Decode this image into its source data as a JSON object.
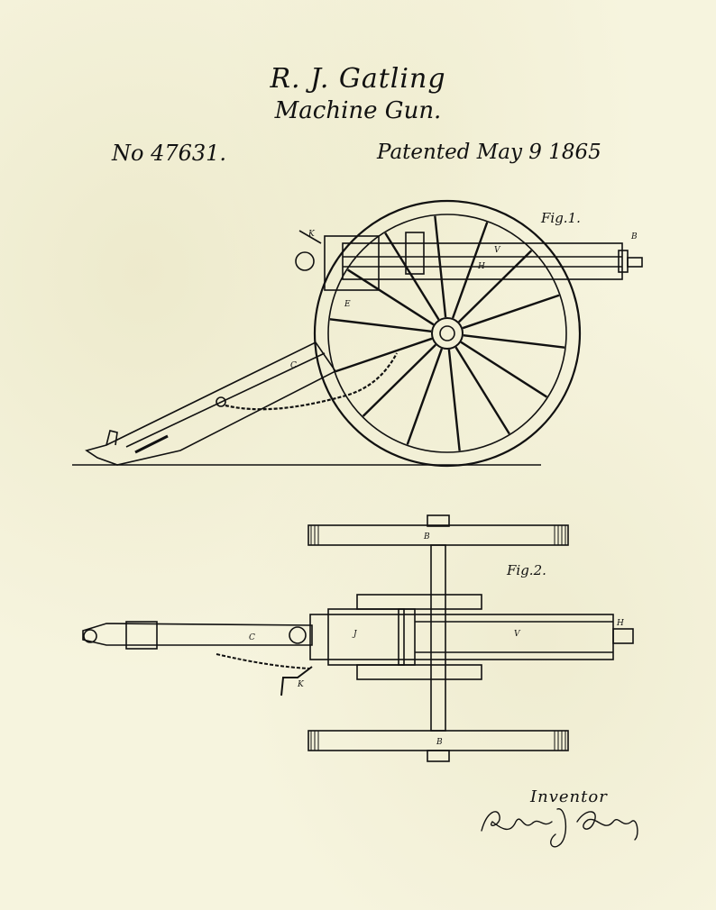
{
  "header": {
    "inventor_name": "R. J. Gatling",
    "invention": "Machine Gun.",
    "patent_number": "No 47631.",
    "patent_date": "Patented May 9 1865"
  },
  "figures": {
    "fig1_label": "Fig.1.",
    "fig2_label": "Fig.2."
  },
  "part_labels": {
    "B": "B",
    "C": "C",
    "E": "E",
    "H": "H",
    "J": "J",
    "K": "K",
    "V": "V"
  },
  "signature": {
    "label": "Inventor",
    "signer": "Richard J. Gatling"
  },
  "colors": {
    "paper": "#f6f4de",
    "ink": "#111111"
  }
}
